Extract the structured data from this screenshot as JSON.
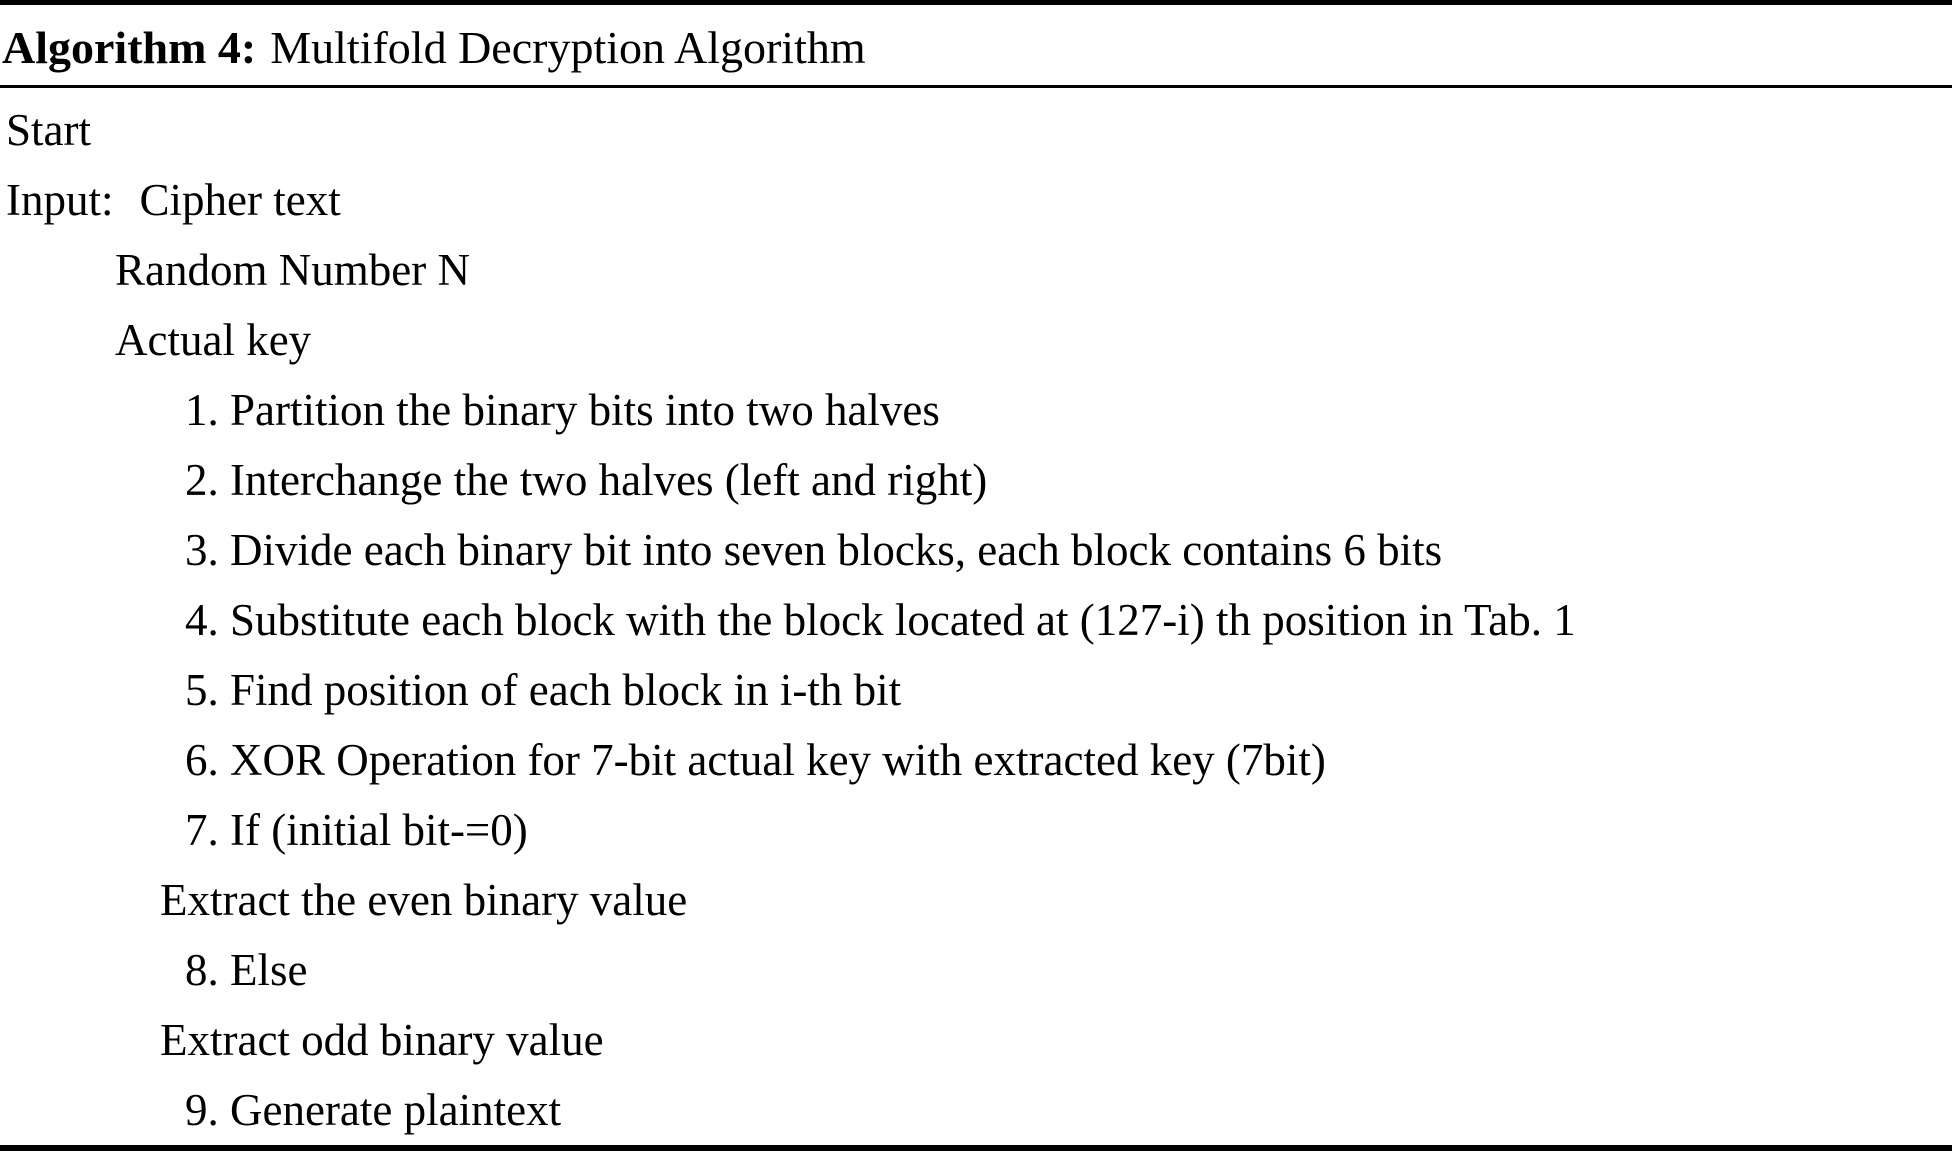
{
  "algorithm": {
    "header": {
      "label": "Algorithm 4:",
      "title": "Multifold Decryption Algorithm"
    },
    "lines": [
      {
        "text": "Start",
        "indent": "root"
      },
      {
        "label": "Input:",
        "text": "Cipher text",
        "indent": "root"
      },
      {
        "text": "Random Number N",
        "indent": "input"
      },
      {
        "text": "Actual key",
        "indent": "input"
      },
      {
        "text": "1. Partition the binary bits into two halves",
        "indent": "step"
      },
      {
        "text": "2. Interchange the two halves (left and right)",
        "indent": "step"
      },
      {
        "text": "3. Divide each binary bit into seven blocks, each block contains 6 bits",
        "indent": "step"
      },
      {
        "text": "4. Substitute each block with the block located at (127-i) th position in Tab. 1",
        "indent": "step"
      },
      {
        "text": "5. Find position of each block in i-th bit",
        "indent": "step"
      },
      {
        "text": "6. XOR Operation for 7-bit actual key with extracted key (7bit)",
        "indent": "step"
      },
      {
        "text": "7. If (initial bit-=0)",
        "indent": "step"
      },
      {
        "text": "Extract the even binary value",
        "indent": "branch"
      },
      {
        "text": "8. Else",
        "indent": "step"
      },
      {
        "text": "Extract odd binary value",
        "indent": "branch"
      },
      {
        "text": "9. Generate plaintext",
        "indent": "step"
      }
    ],
    "colors": {
      "text": "#000000",
      "background": "#ffffff",
      "rule": "#000000"
    }
  }
}
